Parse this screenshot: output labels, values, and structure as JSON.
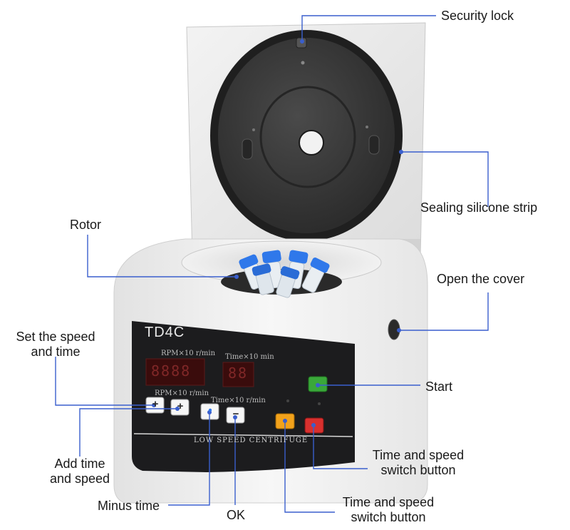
{
  "device": {
    "model": "TD4C",
    "speed_display_label": "RPM×10 r/min",
    "time_display_label": "Time×10 min",
    "speed_key_label": "RPM×10 r/min",
    "time_key_label": "Time×10 r/min",
    "panel_caption": "LOW SPEED CENTRIFUGE",
    "speed_digits": "8888",
    "time_digits": "88",
    "key_add_glyph": "+",
    "key_add2_glyph": "+",
    "key_ok_glyph": "•",
    "key_minus_glyph": "−",
    "colors": {
      "body": "#f4f4f4",
      "lid_plate": "#3e3e3e",
      "panel": "#1c1c1e",
      "tube_cap": "#2f78ea",
      "start_button": "#3aa83a",
      "stop_button": "#d9302e",
      "switch_button": "#f2a21b",
      "leader_line": "#3a5fcd"
    }
  },
  "callouts": {
    "security_lock": "Security lock",
    "sealing_strip": "Sealing silicone strip",
    "rotor": "Rotor",
    "open_cover": "Open the cover",
    "set_speed_time_1": "Set the speed",
    "set_speed_time_2": "and time",
    "start": "Start",
    "add_time_1": "Add time",
    "add_time_2": "and speed",
    "time_speed_switch_a1": "Time and speed",
    "time_speed_switch_a2": "switch button",
    "minus_time": "Minus time",
    "ok": "OK",
    "time_speed_switch_b1": "Time and speed",
    "time_speed_switch_b2": "switch button"
  }
}
